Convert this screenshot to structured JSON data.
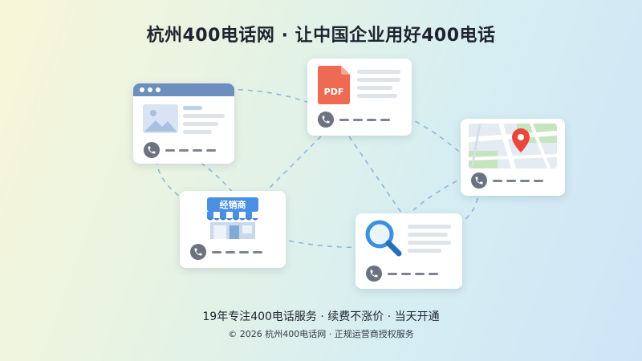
{
  "headline": "杭州400电话网 · 让中国企业用好400电话",
  "cards": {
    "pdf": {
      "badge": "PDF"
    },
    "shop": {
      "sign": "经销商"
    }
  },
  "footer": {
    "tagline": "19年专注400电话服务 · 续费不涨价 · 当天开通",
    "copyright": "© 2026 杭州400电话网 · 正规运营商授权服务"
  },
  "colors": {
    "accent_blue": "#4a90e2",
    "pdf_red": "#ee6a52",
    "pin_red": "#e8473a",
    "phone_gray": "#6c7380"
  },
  "icons": [
    "browser-window-icon",
    "pdf-file-icon",
    "map-pin-icon",
    "storefront-icon",
    "magnifier-icon",
    "phone-icon"
  ]
}
